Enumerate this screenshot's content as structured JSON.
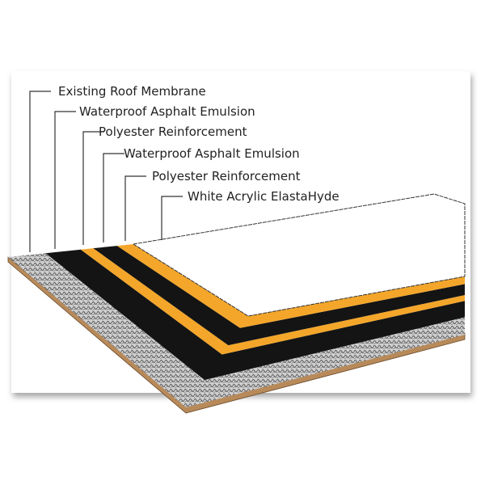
{
  "labels": [
    "Existing Roof Membrane",
    "Waterproof Asphalt Emulsion",
    "Polyester Reinforcement",
    "Waterproof Asphalt Emulsion",
    "Polyester Reinforcement",
    "White Acrylic ElastaHyde"
  ],
  "colors": {
    "asphalt": "#141414",
    "polyester": "#f4a62a",
    "board": "#b88a5a",
    "membrane": "#9a9a9a",
    "top": "#ffffff"
  }
}
